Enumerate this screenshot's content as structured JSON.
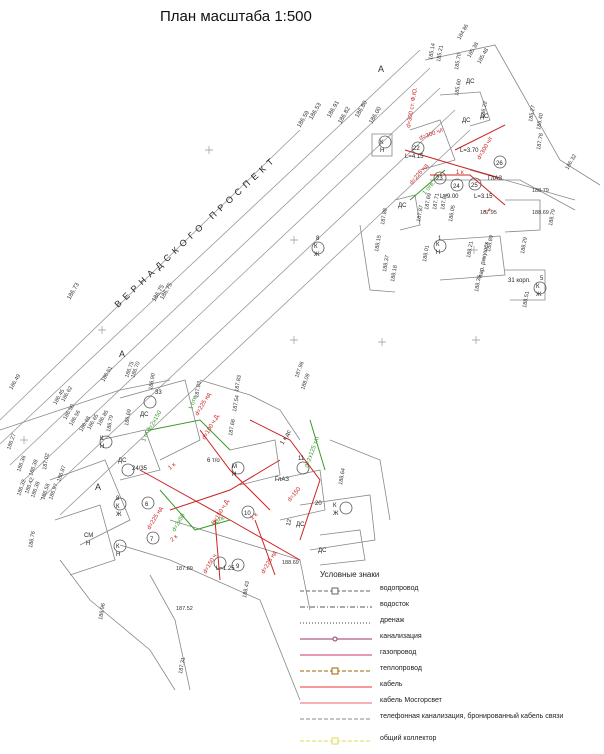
{
  "title": "План масштаба 1:500",
  "street": {
    "name": "ВЕРНАДСКОГО ПРОСПЕКТ"
  },
  "corridor_labels": {
    "top": "А",
    "left": "А",
    "bottom": "А"
  },
  "upper_block": {
    "buildings": [
      "ДС",
      "ДС",
      "ДС",
      "ДС",
      "ГлАЗ"
    ],
    "nodes": [
      "22",
      "23",
      "24",
      "25",
      "26"
    ],
    "pipes": {
      "p1": "d=300 ст. Ф.Ю.",
      "p2": "d=300 ч/г",
      "p3": "d=300 ч/г",
      "p4": "d=225 нд",
      "red_mark": "1 к",
      "red_mark2": "7 к",
      "green": "1 отв."
    },
    "lengths": [
      "L=3.70",
      "L=4.15",
      "L=9.00",
      "L=3.15"
    ],
    "label_par": "пар. ракушек",
    "manhole_a": [
      "К",
      "Н"
    ],
    "manhole_b": [
      "К",
      "Ж"
    ],
    "manhole_c": [
      "К",
      "Н"
    ],
    "manhole_d": [
      "К",
      "Ж"
    ],
    "numbers": [
      "8",
      "1",
      "5",
      "31 корп."
    ],
    "elevations": [
      "185.14",
      "185.21",
      "184.86",
      "185.38",
      "185.48",
      "185.70",
      "185.60",
      "186.22",
      "185.27",
      "185.40",
      "187.78",
      "186.32",
      "188.79",
      "188.69",
      "187.95",
      "188.79",
      "187.88",
      "187.69",
      "187.71",
      "187.81",
      "186.05",
      "187.87",
      "188.15",
      "188.01",
      "188.29",
      "188.21",
      "188.89",
      "188.35",
      "188.37",
      "188.18",
      "188.51"
    ]
  },
  "lower_block": {
    "buildings": [
      "ДС",
      "ДС",
      "ДС",
      "ДС",
      "ГлАЗ"
    ],
    "pipes": {
      "g1": "d=2x150",
      "g2": "d=2x125 т/п",
      "g3": "d=2x50",
      "g4": "1 отв.",
      "g5": "1 отв.",
      "g6": "1 отв.",
      "r1": "d=225 нд",
      "r2": "d=100 ч.Д.",
      "r3": "d=150 ч.Д.",
      "r4": "d=225 нд",
      "r5": "d=150 ч",
      "r6": "d=150",
      "r7": "d=225 нд",
      "k1": "1 к",
      "k2": "2 к",
      "k3": "1 к",
      "k4": "1 к дс"
    },
    "nodes": [
      "6",
      "7",
      "8",
      "9",
      "10",
      "11",
      "12",
      "20",
      "33",
      "24/35",
      "6 т/о"
    ],
    "length": "L=1.25",
    "manholes": {
      "m1": [
        "К",
        "Н"
      ],
      "m2": [
        "К",
        "Ж"
      ],
      "m3": [
        "К",
        "Н"
      ],
      "m4": [
        "К",
        "Ж"
      ],
      "m5": [
        "М",
        "Н"
      ],
      "sm": [
        "СМ",
        "Н"
      ]
    },
    "elevations": [
      "186.49",
      "186.45",
      "186.62",
      "186.51",
      "186.50",
      "186.56",
      "186.68",
      "186.65",
      "186.85",
      "186.75",
      "186.70",
      "186.90",
      "187.83",
      "187.96",
      "188.09",
      "187.83",
      "187.54",
      "186.69",
      "186.79",
      "187.68",
      "187.02",
      "186.87",
      "186.42",
      "186.32",
      "186.36",
      "186.38",
      "186.27",
      "186.38",
      "186.58",
      "186.97",
      "186.76",
      "186.96",
      "187.31",
      "187.89",
      "187.52",
      "188.43",
      "188.69",
      "188.64"
    ]
  },
  "top_elevations": [
    "186.73",
    "186.75",
    "186.75",
    "186.59",
    "186.53",
    "186.91",
    "186.82",
    "186.80",
    "186.00"
  ],
  "legend": {
    "title": "Условные знаки",
    "items": [
      {
        "label": "водопровод",
        "color": "#666666",
        "style": "dash",
        "marker": "square"
      },
      {
        "label": "водосток",
        "color": "#555555",
        "style": "dashdot",
        "marker": "none"
      },
      {
        "label": "дренаж",
        "color": "#444444",
        "style": "dot",
        "marker": "none"
      },
      {
        "label": "канализация",
        "color": "#993366",
        "style": "solid",
        "marker": "circle"
      },
      {
        "label": "газопровод",
        "color": "#cc3366",
        "style": "solid",
        "marker": "none"
      },
      {
        "label": "теплопровод",
        "color": "#996600",
        "style": "dash",
        "marker": "square"
      },
      {
        "label": "кабель",
        "color": "#ee3333",
        "style": "solid",
        "marker": "none"
      },
      {
        "label": "кабель Мосгорсвет",
        "color": "#ee6666",
        "style": "solid",
        "marker": "none"
      },
      {
        "label": "телефонная канализация, бронированный кабель связи",
        "color": "#888888",
        "style": "dash",
        "marker": "none"
      },
      {
        "label": "общий коллектор",
        "color": "#dddd55",
        "style": "dash",
        "marker": "square"
      }
    ]
  },
  "colors": {
    "map_line": "#999999",
    "pipe_red": "#cc2222",
    "pipe_green": "#3a9a2a",
    "text": "#222222"
  }
}
